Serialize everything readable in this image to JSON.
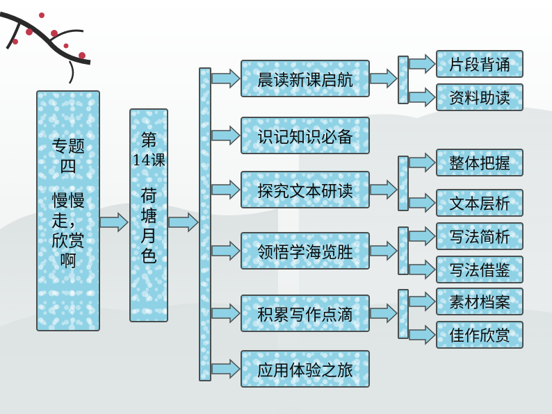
{
  "topic": {
    "line1": "专题",
    "line2": "四",
    "line3": "慢慢",
    "line4": "走，",
    "line5": "欣赏",
    "line6": "啊"
  },
  "lesson": {
    "line1": "第",
    "line2": "14课",
    "line3": "荷",
    "line4": "塘",
    "line5": "月",
    "line6": "色"
  },
  "sections": [
    {
      "label": "晨读新课启航",
      "children": [
        "片段背诵",
        "资料助读"
      ]
    },
    {
      "label": "识记知识必备",
      "children": []
    },
    {
      "label": "探究文本研读",
      "children": [
        "整体把握",
        "文本层析"
      ]
    },
    {
      "label": "领悟学海览胜",
      "children": [
        "写法简析",
        "写法借鉴"
      ]
    },
    {
      "label": "积累写作点滴",
      "children": [
        "素材档案",
        "佳作欣赏"
      ]
    },
    {
      "label": "应用体验之旅",
      "children": []
    }
  ],
  "colors": {
    "box_fill": "#8fd2e6",
    "box_border": "#4a4f4f",
    "arrow_fill": "#8fd2e6"
  }
}
